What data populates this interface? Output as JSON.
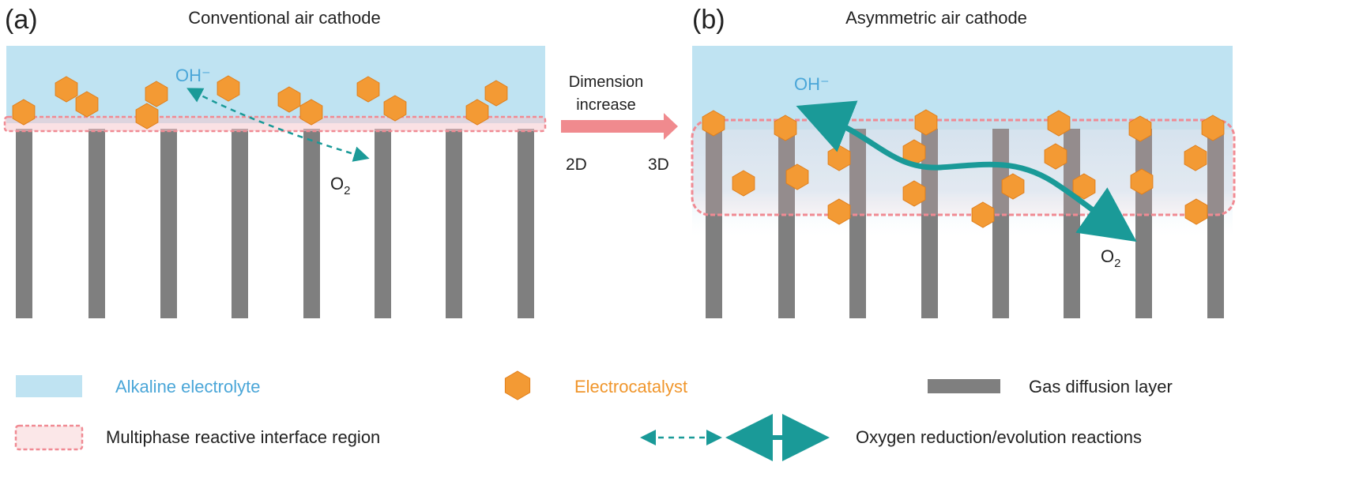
{
  "panel_a": {
    "letter": "(a)",
    "title": "Conventional air cathode",
    "oh_label": "OH⁻",
    "o2_label": "O",
    "o2_sub": "2"
  },
  "panel_b": {
    "letter": "(b)",
    "title": "Asymmetric air cathode",
    "oh_label": "OH⁻",
    "o2_label": "O",
    "o2_sub": "2"
  },
  "transition": {
    "line1": "Dimension",
    "line2": "increase",
    "from": "2D",
    "to": "3D"
  },
  "legend": {
    "electrolyte": "Alkaline electrolyte",
    "catalyst": "Electrocatalyst",
    "gdl": "Gas diffusion layer",
    "interface": "Multiphase reactive interface region",
    "reactions": "Oxygen reduction/evolution reactions"
  },
  "colors": {
    "electrolyte": "#bfe3f2",
    "catalyst": "#f39a34",
    "catalyst_dark": "#e07f1c",
    "gdl": "#7f7f7f",
    "interface": "#f08a93",
    "reaction": "#1a9a98",
    "label_blue": "#4aa6d8",
    "label_orange": "#f0962c",
    "transition_arrow": "#f08a8e"
  }
}
